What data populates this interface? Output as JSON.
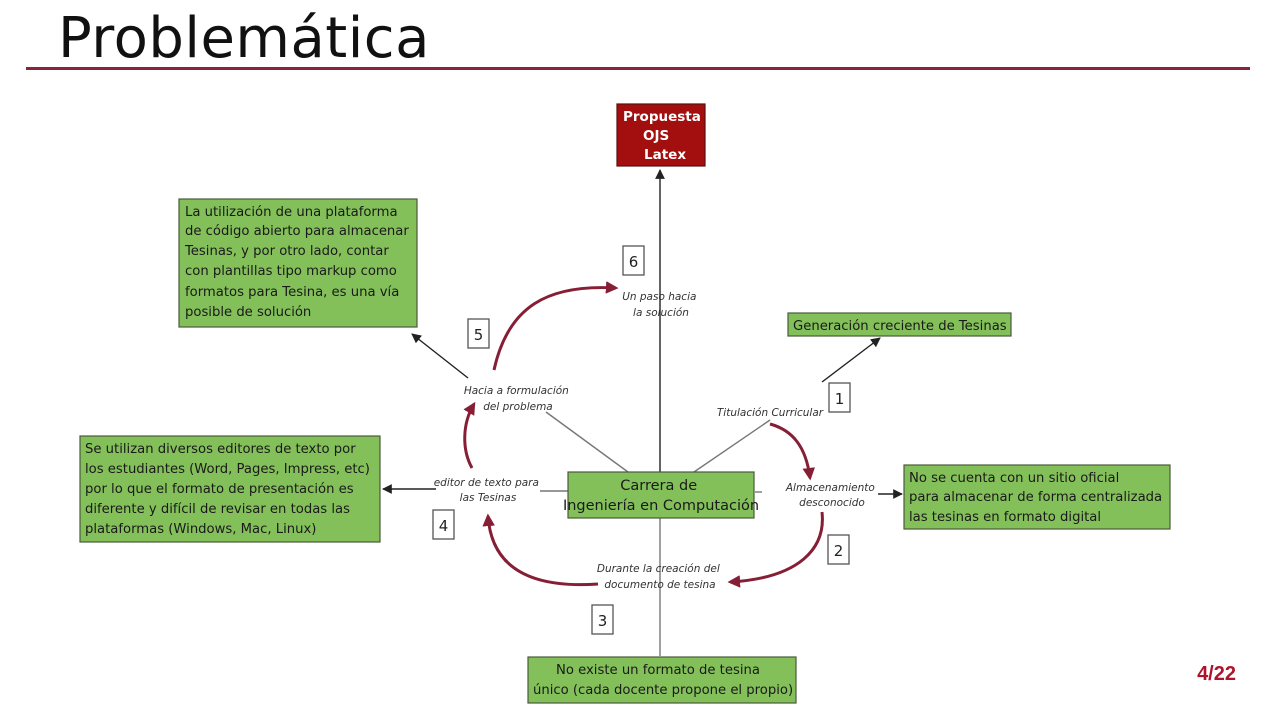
{
  "slide": {
    "title": "Problemática",
    "page_number": "4/22"
  },
  "colors": {
    "box_fill": "#84c05a",
    "proposal_fill": "#a30e0e",
    "curve_arrow": "#861f36",
    "title_rule": "#8a2439",
    "page_number": "#b0132c"
  },
  "diagram": {
    "center": [
      "Carrera de",
      "Ingeniería en Computación"
    ],
    "proposal": [
      "Propuesta",
      "OJS",
      "Latex"
    ],
    "boxes": {
      "solution": [
        "La utilización de una plataforma",
        "de código abierto para almacenar",
        "Tesinas,  y  por otro lado, contar",
        "con plantillas tipo markup como",
        "formatos para Tesina, es una vía",
        "posible  de solución"
      ],
      "growth": [
        "Generación creciente de Tesinas"
      ],
      "editors": [
        "Se utilizan diversos editores de texto por",
        "los estudiantes (Word, Pages, Impress, etc)",
        "por lo que el formato de presentación es",
        "diferente y difícil de revisar en todas las",
        "plataformas (Windows, Mac, Linux)"
      ],
      "storage": [
        "No se cuenta con un sitio oficial",
        "para almacenar de forma centralizada",
        "las tesinas en formato digital"
      ],
      "format": [
        "No existe un formato de tesina",
        "único (cada docente propone el propio)"
      ]
    },
    "labels": {
      "solution_path": [
        "Un paso hacia",
        "la solución"
      ],
      "formulation": [
        "Hacia a formulación",
        "del problema"
      ],
      "curricular": [
        "Titulación Curricular"
      ],
      "storage": [
        "Almacenamiento",
        "desconocido"
      ],
      "editor": [
        "editor de texto para",
        "las Tesinas"
      ],
      "creation": [
        "Durante la creación del",
        "documento de tesina"
      ]
    },
    "step_numbers": {
      "n1": "1",
      "n2": "2",
      "n3": "3",
      "n4": "4",
      "n5": "5",
      "n6": "6"
    }
  }
}
